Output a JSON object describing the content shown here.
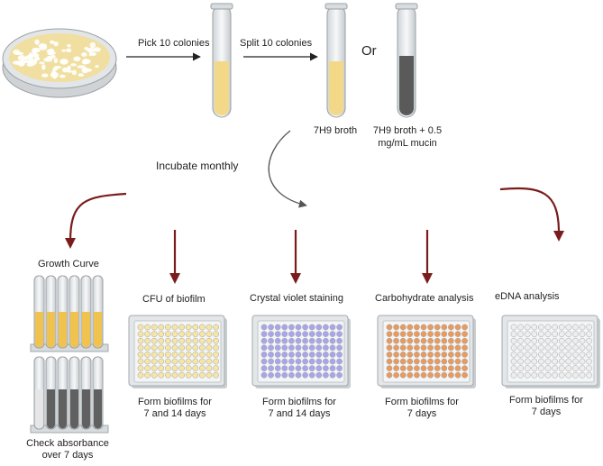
{
  "steps": {
    "pick": "Pick 10 colonies",
    "split": "Split 10 colonies",
    "or": "Or",
    "broth": "7H9 broth",
    "mucin_line1": "7H9 broth + 0.5",
    "mucin_line2": "mg/mL mucin",
    "incubate": "Incubate monthly"
  },
  "assays": {
    "growth": {
      "title": "Growth Curve",
      "note_line1": "Check absorbance",
      "note_line2": "over 7 days"
    },
    "cfu": {
      "title": "CFU of biofilm",
      "note_line1": "Form biofilms for",
      "note_line2": "7 and 14 days",
      "well_color": "#f7e5a4"
    },
    "crystal": {
      "title": "Crystal violet staining",
      "note_line1": "Form biofilms for",
      "note_line2": "7 and 14 days",
      "well_color": "#a9a5e8"
    },
    "carb": {
      "title": "Carbohydrate analysis",
      "note_line1": "Form biofilms for",
      "note_line2": "7 days",
      "well_color": "#e99a5c"
    },
    "edna": {
      "title": "eDNA analysis",
      "note_line1": "Form biofilms for",
      "note_line2": "7 days",
      "well_color": "#eeeeee"
    }
  },
  "colors": {
    "arrow": "#7a1c1c",
    "broth": "#f3d987",
    "mucin": "#5a5a5a",
    "plate_agar": "#f0dfa0",
    "tube_yellow": "#f0c24e",
    "tube_gray": "#606060"
  }
}
